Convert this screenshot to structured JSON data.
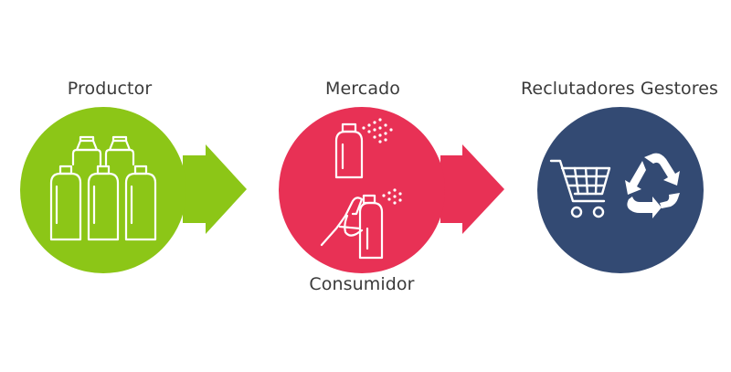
{
  "stages": [
    {
      "label": "Productor",
      "color": "#8cc617",
      "icon": "spray-cans-group-icon"
    },
    {
      "label": "Mercado",
      "color": "#e83155",
      "icon": "spray-can-icon",
      "sub_label": "Consumidor",
      "sub_icon": "hand-spraying-icon"
    },
    {
      "label": "Reclutadores Gestores",
      "color": "#334a73",
      "icon": "shopping-cart-icon",
      "icon2": "recycle-icon"
    }
  ],
  "line_color": "#ffffff"
}
